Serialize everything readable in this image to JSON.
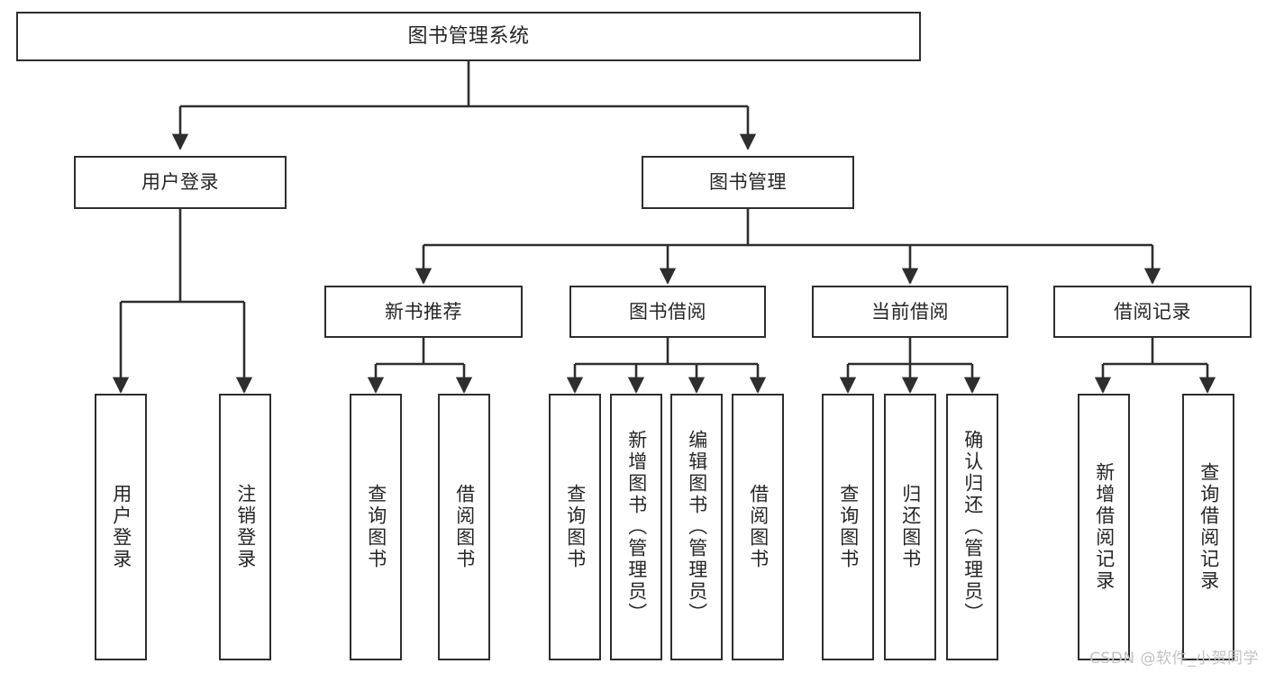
{
  "diagram": {
    "title": "图书管理系统",
    "type": "tree-hierarchy",
    "watermark": "CSDN @软件_小贺同学",
    "colors": {
      "background": "#ffffff",
      "stroke": "#2e2e2e",
      "text": "#262626",
      "watermark": "#c2c2c2"
    },
    "root": {
      "label": "图书管理系统"
    },
    "level1": [
      {
        "label": "用户登录"
      },
      {
        "label": "图书管理"
      }
    ],
    "level2": [
      {
        "label": "新书推荐"
      },
      {
        "label": "图书借阅"
      },
      {
        "label": "当前借阅"
      },
      {
        "label": "借阅记录"
      }
    ],
    "leaves": {
      "user_login": [
        {
          "label": "用户登录"
        },
        {
          "label": "注销登录"
        }
      ],
      "new_book_recommend": [
        {
          "label": "查询图书"
        },
        {
          "label": "借阅图书"
        }
      ],
      "book_borrow": [
        {
          "label": "查询图书"
        },
        {
          "label": "新增图书（管理员）"
        },
        {
          "label": "编辑图书（管理员）"
        },
        {
          "label": "借阅图书"
        }
      ],
      "current_borrow": [
        {
          "label": "查询图书"
        },
        {
          "label": "归还图书"
        },
        {
          "label": "确认归还（管理员）"
        }
      ],
      "borrow_record": [
        {
          "label": "新增借阅记录"
        },
        {
          "label": "查询借阅记录"
        }
      ]
    }
  }
}
